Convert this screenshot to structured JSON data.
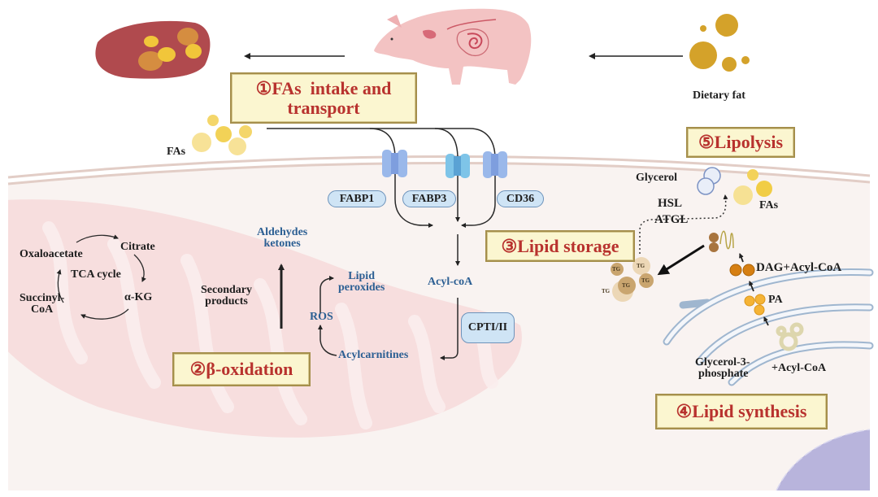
{
  "figure": {
    "topic": "Fatty acid metabolism in pig muscle",
    "stages": [
      {
        "number": "①",
        "label": "FAs  intake and transport",
        "line1": "FAs  intake and",
        "line2": "transport"
      },
      {
        "number": "②",
        "label": "β-oxidation"
      },
      {
        "number": "③",
        "label": "Lipid storage"
      },
      {
        "number": "④",
        "label": "Lipid synthesis"
      },
      {
        "number": "⑤",
        "label": "Lipolysis"
      }
    ],
    "top_row": {
      "source_label": "Dietary fat",
      "fas_label": "FAs"
    },
    "transporters": [
      "FABP1",
      "FABP3",
      "CD36"
    ],
    "enzyme_box": "CPTI/II",
    "tca": {
      "center": "TCA cycle",
      "oxaloacetate": "Oxaloacetate",
      "citrate": "Citrate",
      "akg": "α-KG",
      "succinyl_line1": "Succinyl-",
      "succinyl_line2": "CoA"
    },
    "oxidation": {
      "aldehydes_line1": "Aldehydes",
      "aldehydes_line2": "ketones",
      "secondary_line1": "Secondary",
      "secondary_line2": "products",
      "lipid_perox_line1": "Lipid",
      "lipid_perox_line2": "peroxides",
      "ros": "ROS",
      "acyl_coa": "Acyl-coA",
      "acylcarnitines": "Acylcarnitines"
    },
    "lipolysis": {
      "glycerol": "Glycerol",
      "fas": "FAs",
      "hsl": "HSL",
      "atgl": "ATGL"
    },
    "storage": {
      "droplet_label": "TG"
    },
    "synthesis": {
      "dag": "DAG+Acyl-CoA",
      "pa": "PA",
      "g3p_line1": "Glycerol-3-",
      "g3p_line2": "phosphate",
      "acyl": "+Acyl-CoA"
    }
  },
  "colors": {
    "stage_text": "#b8322e",
    "stage_fill": "#fbf6d0",
    "stage_border": "#a58f4c",
    "blue_text": "#2c5f93",
    "pill_fill": "#cfe4f5",
    "cell_bg": "#f9f3f1",
    "mito": "#f6dcdc",
    "membrane": "#e3cfc8",
    "er": "#9fb6cf",
    "nucleus": "#b7b3da",
    "fat_gold": "#d4a22a",
    "fa_yellow": "#f4d86a"
  }
}
